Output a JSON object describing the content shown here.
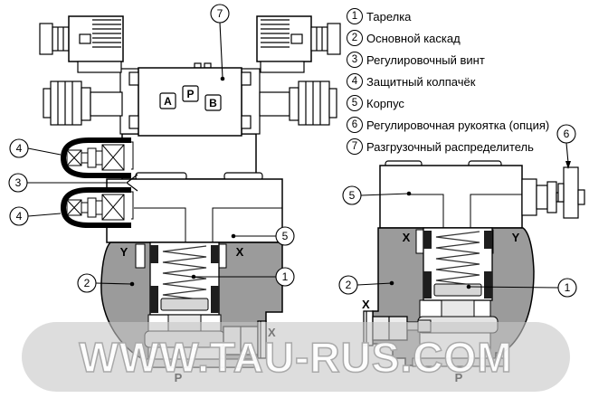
{
  "watermark": {
    "text": "WWW.TAU-RUS.COM"
  },
  "legend": {
    "items": [
      {
        "num": "1",
        "label": "Тарелка"
      },
      {
        "num": "2",
        "label": "Основной каскад"
      },
      {
        "num": "3",
        "label": "Регулировочный винт"
      },
      {
        "num": "4",
        "label": "Защитный колпачёк"
      },
      {
        "num": "5",
        "label": "Корпус"
      },
      {
        "num": "6",
        "label": "Регулировочная рукоятка (опция)"
      },
      {
        "num": "7",
        "label": "Разгрузочный распределитель"
      }
    ]
  },
  "left_diagram": {
    "callouts": {
      "c7": "7",
      "c4_top": "4",
      "c3": "3",
      "c4_bottom": "4",
      "c2": "2",
      "c5": "5",
      "c1": "1"
    },
    "labels": {
      "a": "A",
      "p": "P",
      "b": "B",
      "y": "Y",
      "x_top": "X",
      "x_side": "X",
      "p_bottom": "P"
    }
  },
  "right_diagram": {
    "callouts": {
      "c6": "6",
      "c5": "5",
      "c2": "2",
      "c1": "1"
    },
    "labels": {
      "x_top": "X",
      "y": "Y",
      "x_side": "X",
      "p_bottom": "P"
    }
  },
  "colors": {
    "line": "#000000",
    "body_gray": "#9b9b9b",
    "seal_dark": "#1e1e1e",
    "light_part": "#e4e4e4",
    "watermark_band": "#c8c8c8",
    "watermark_text": "#ffffff"
  }
}
